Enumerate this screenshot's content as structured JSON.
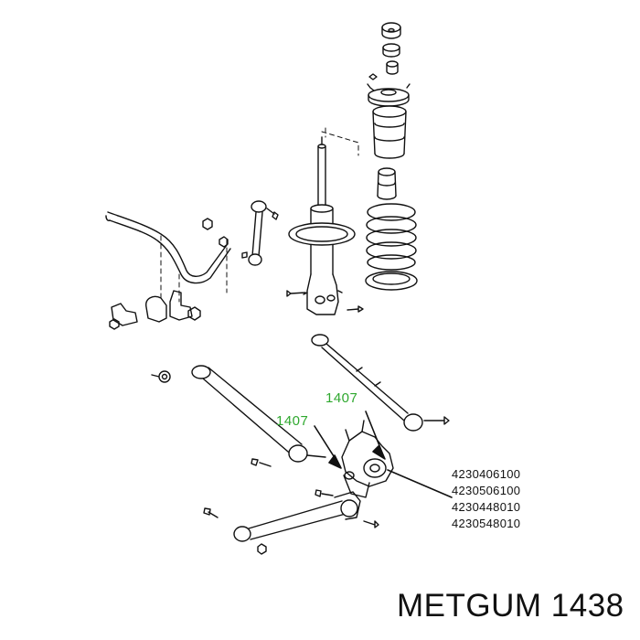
{
  "callouts": [
    {
      "label": "1407"
    },
    {
      "label": "1407"
    }
  ],
  "part_numbers": [
    "4230406100",
    "4230506100",
    "4230448010",
    "4230548010"
  ],
  "brand": {
    "name": "METGUM",
    "code": "1438"
  },
  "colors": {
    "callout": "#2fa82f",
    "line": "#111111"
  }
}
